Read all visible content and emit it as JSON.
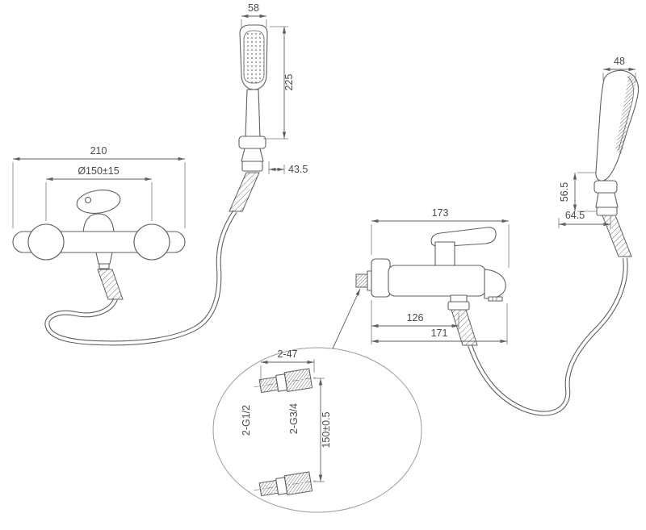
{
  "drawing": {
    "handshower_front": {
      "width": "58",
      "length": "225",
      "holder_offset": "43.5"
    },
    "mixer_front": {
      "overall_width": "210",
      "mounting_centers": "Ø150±15"
    },
    "mixer_side": {
      "overall_depth": "173",
      "outlet_depth": "126",
      "spout_depth": "171"
    },
    "handshower_side": {
      "width": "48",
      "holder_height": "56.5",
      "holder_depth": "64.5"
    },
    "detail": {
      "eccentric_length": "2-47",
      "thread_inlet": "2-G1/2",
      "thread_outlet": "2-G3/4",
      "centers_distance": "150±0.5"
    }
  },
  "colors": {
    "line": "#5f5f5f",
    "text": "#4a4a4a",
    "background": "#ffffff"
  }
}
